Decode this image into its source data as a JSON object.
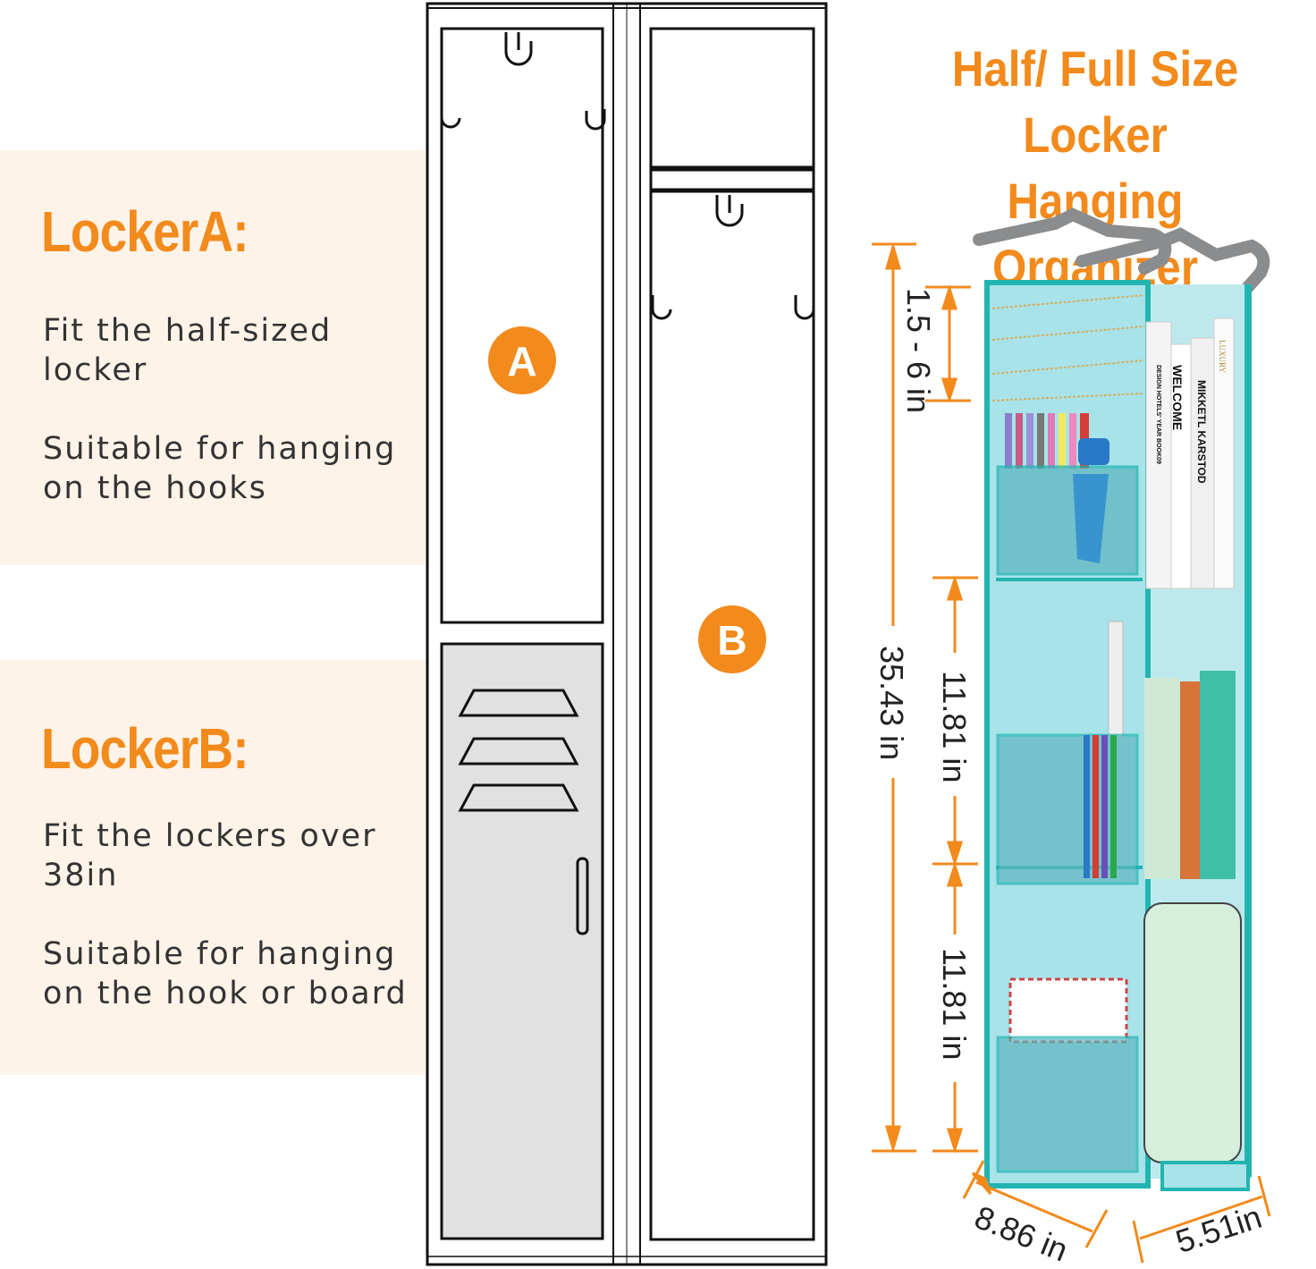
{
  "title": {
    "line1": "Half/ Full Size Locker",
    "line2": "Hanging Organizer"
  },
  "locker_a": {
    "heading": "LockerA:",
    "text1": "Fit the half-sized locker",
    "text2": "Suitable for hanging on the hooks",
    "badge": "A"
  },
  "locker_b": {
    "heading": "LockerB:",
    "text1": "Fit the lockers over 38in",
    "text2": "Suitable for hanging on the hook or board",
    "badge": "B"
  },
  "dimensions": {
    "hanger_gap": "1.5 - 6 in",
    "total_height": "35.43 in",
    "shelf1": "11.81 in",
    "shelf2": "11.81 in",
    "width": "8.86 in",
    "depth": "5.51in"
  },
  "books": {
    "b1": "WELCOME",
    "b1sub": "DESIGN HOTELS' YEAR BOOK09",
    "b2": "MIKKETL KARSTOD",
    "b3": "LUXURY"
  },
  "colors": {
    "accent": "#f28a1c",
    "organizer": "#a8e3ea",
    "trim": "#22b5b0",
    "hanger": "#8a8c8e"
  }
}
